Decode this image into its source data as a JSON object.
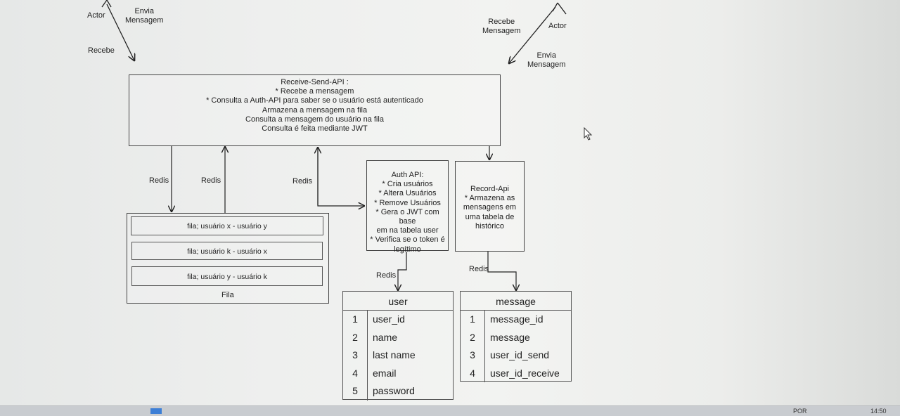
{
  "left_actor": {
    "label": "Actor",
    "send_label": [
      "Envia",
      "Mensagem"
    ],
    "receive_label": "Recebe"
  },
  "right_actor": {
    "label": "Actor",
    "receive_label": [
      "Recebe",
      "Mensagem"
    ],
    "send_label": [
      "Envia",
      "Mensagem"
    ]
  },
  "receive_send_api": {
    "lines": [
      "Receive-Send-API :",
      "* Recebe a mensagem",
      "* Consulta a Auth-API para saber se o usuário está autenticado",
      "Armazena a mensagem na fila",
      "Consulta a mensagem do usuário na fila",
      "Consulta é feita mediante JWT"
    ]
  },
  "redis_labels": [
    "Redis",
    "Redis",
    "Redis",
    "Redis",
    "Redis"
  ],
  "queue": {
    "items": [
      "fila; usuário x - usuário y",
      "fila; usuário k - usuário x",
      "fila; usuário y - usuário k"
    ],
    "label": "Fila"
  },
  "auth_api": {
    "lines": [
      "Auth API:",
      "* Cria usuários",
      "* Altera Usuários",
      "* Remove Usuários",
      "* Gera o JWT com base",
      "em na tabela user",
      "* Verifica se o token é",
      "legítimo"
    ]
  },
  "record_api": {
    "lines": [
      "Record-Api",
      "* Armazena as",
      "mensagens em",
      "uma tabela de",
      "histórico"
    ]
  },
  "user_table": {
    "title": "user",
    "rows": [
      {
        "n": "1",
        "col": "user_id"
      },
      {
        "n": "2",
        "col": "name"
      },
      {
        "n": "3",
        "col": "last name"
      },
      {
        "n": "4",
        "col": "email"
      },
      {
        "n": "5",
        "col": "password"
      }
    ]
  },
  "message_table": {
    "title": "message",
    "rows": [
      {
        "n": "1",
        "col": "message_id"
      },
      {
        "n": "2",
        "col": "message"
      },
      {
        "n": "3",
        "col": "user_id_send"
      },
      {
        "n": "4",
        "col": "user_id_receive"
      }
    ]
  },
  "taskbar": {
    "lang": "POR",
    "time": "14:50"
  }
}
